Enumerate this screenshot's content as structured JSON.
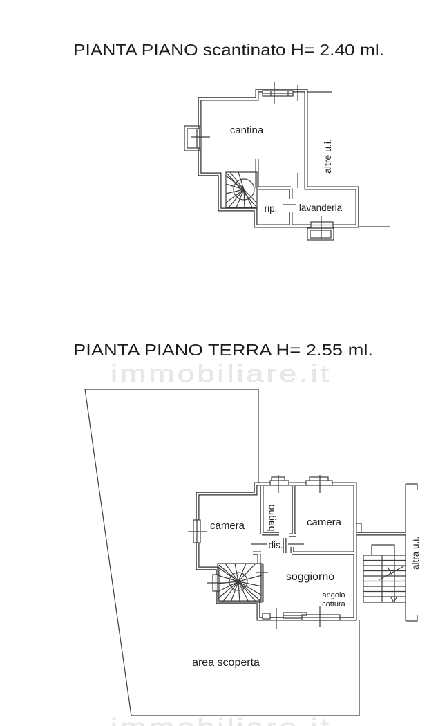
{
  "colors": {
    "background": "#ffffff",
    "wall": "#2b2b2b",
    "thin_line": "#3d3d3d",
    "title_text": "#1c1c1c",
    "watermark": "#e9e9e9"
  },
  "watermark": {
    "text": "immobiliare.it"
  },
  "basement": {
    "title": "PIANTA PIANO scantinato H= 2.40 ml.",
    "rooms": {
      "cantina": "cantina",
      "altre_ui": "altre u.i.",
      "rip": "rip.",
      "lavanderia": "lavanderia"
    }
  },
  "ground": {
    "title": "PIANTA PIANO TERRA H= 2.55 ml.",
    "rooms": {
      "camera_left": "camera",
      "bagno": "bagno",
      "camera_right": "camera",
      "dis": "dis.",
      "soggiorno": "soggiorno",
      "angolo_cottura_line1": "angolo",
      "angolo_cottura_line2": "cottura",
      "area_scoperta": "area scoperta",
      "altra_ui": "altra u.i."
    }
  }
}
